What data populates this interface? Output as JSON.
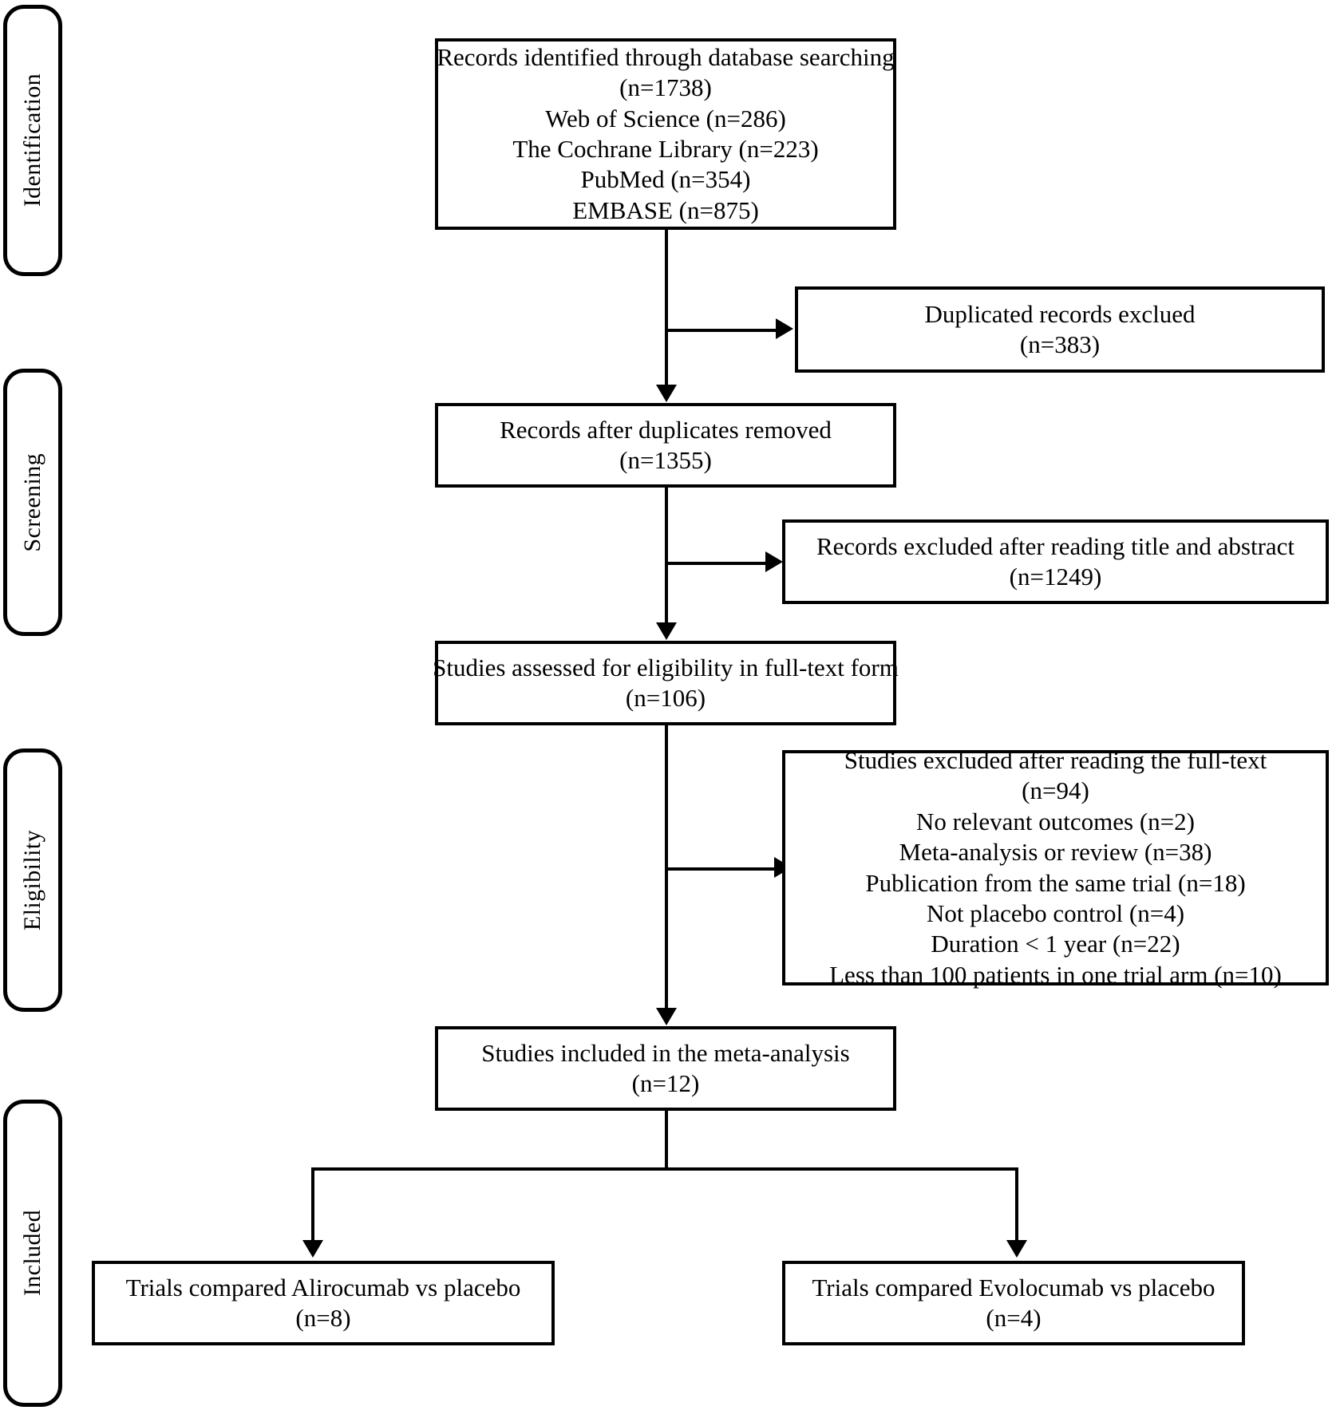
{
  "diagram": {
    "title": "PRISMA study selection flow diagram",
    "line_color": "#000000",
    "background": "#ffffff"
  },
  "stages": [
    {
      "label": "Identification"
    },
    {
      "label": "Screening"
    },
    {
      "label": "Eligibility"
    },
    {
      "label": "Included"
    }
  ],
  "boxes": {
    "identified": {
      "lines": [
        "Records identified through database searching",
        "(n=1738)",
        "Web of Science (n=286)",
        "The Cochrane Library (n=223)",
        "PubMed (n=354)",
        "EMBASE (n=875)"
      ]
    },
    "duplicates_excluded": {
      "lines": [
        "Duplicated records exclued",
        "(n=383)"
      ]
    },
    "after_duplicates": {
      "lines": [
        "Records after duplicates removed",
        "(n=1355)"
      ]
    },
    "title_abstract_excluded": {
      "lines": [
        "Records excluded after reading title and abstract",
        "(n=1249)"
      ]
    },
    "fulltext_assessed": {
      "lines": [
        "Studies assessed for eligibility in full-text form",
        "(n=106)"
      ]
    },
    "fulltext_excluded": {
      "lines": [
        "Studies excluded after reading the full-text",
        "(n=94)",
        "No relevant outcomes (n=2)",
        "Meta-analysis or review (n=38)",
        "Publication from the same trial (n=18)",
        "Not placebo control (n=4)",
        "Duration < 1 year (n=22)",
        "Less than 100 patients in one trial arm (n=10)"
      ]
    },
    "included_meta": {
      "lines": [
        "Studies included in the meta-analysis",
        "(n=12)"
      ]
    },
    "alirocumab": {
      "lines": [
        "Trials compared Alirocumab vs placebo",
        "(n=8)"
      ]
    },
    "evolocumab": {
      "lines": [
        "Trials compared Evolocumab vs placebo",
        "(n=4)"
      ]
    }
  },
  "chart_data": {
    "type": "diagram",
    "title": "PRISMA flow diagram of study selection",
    "nodes": [
      {
        "id": "identified",
        "stage": "Identification",
        "n": 1738,
        "breakdown": {
          "Web of Science": 286,
          "The Cochrane Library": 223,
          "PubMed": 354,
          "EMBASE": 875
        }
      },
      {
        "id": "duplicates_excluded",
        "stage": "Identification",
        "n": 383
      },
      {
        "id": "after_duplicates",
        "stage": "Screening",
        "n": 1355
      },
      {
        "id": "title_abstract_excluded",
        "stage": "Screening",
        "n": 1249
      },
      {
        "id": "fulltext_assessed",
        "stage": "Eligibility",
        "n": 106
      },
      {
        "id": "fulltext_excluded",
        "stage": "Eligibility",
        "n": 94,
        "reasons": {
          "No relevant outcomes": 2,
          "Meta-analysis or review": 38,
          "Publication from the same trial": 18,
          "Not placebo control": 4,
          "Duration < 1 year": 22,
          "Less than 100 patients in one trial arm": 10
        }
      },
      {
        "id": "included_meta",
        "stage": "Included",
        "n": 12
      },
      {
        "id": "alirocumab",
        "stage": "Included",
        "n": 8
      },
      {
        "id": "evolocumab",
        "stage": "Included",
        "n": 4
      }
    ],
    "edges": [
      {
        "from": "identified",
        "to": "duplicates_excluded",
        "kind": "exclusion"
      },
      {
        "from": "identified",
        "to": "after_duplicates",
        "kind": "flow"
      },
      {
        "from": "after_duplicates",
        "to": "title_abstract_excluded",
        "kind": "exclusion"
      },
      {
        "from": "after_duplicates",
        "to": "fulltext_assessed",
        "kind": "flow"
      },
      {
        "from": "fulltext_assessed",
        "to": "fulltext_excluded",
        "kind": "exclusion"
      },
      {
        "from": "fulltext_assessed",
        "to": "included_meta",
        "kind": "flow"
      },
      {
        "from": "included_meta",
        "to": "alirocumab",
        "kind": "flow"
      },
      {
        "from": "included_meta",
        "to": "evolocumab",
        "kind": "flow"
      }
    ]
  }
}
